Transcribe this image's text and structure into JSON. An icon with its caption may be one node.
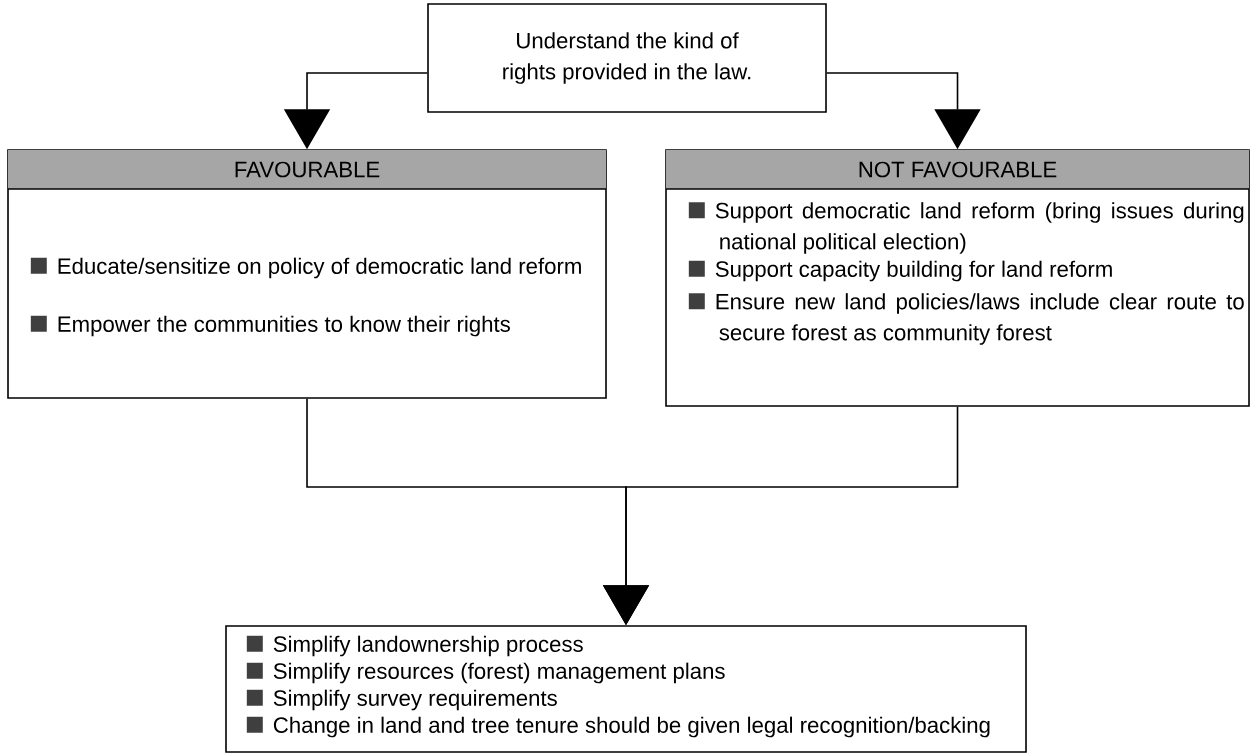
{
  "diagram": {
    "nodes": [
      {
        "text": [
          "Understand the kind of rights provided in the law."
        ]
      },
      {
        "text": [
          "FAVOURABLE",
          "Educate/sensitize on policy of democratic land reform",
          "Empower the communities to know their rights"
        ]
      },
      {
        "text": [
          "NOT FAVOURABLE",
          "Support democratic land reform (bring issues during national political election)",
          "Support capacity building for land reform",
          "Ensure new land policies/laws include clear route to secure forest as community forest"
        ]
      },
      {
        "text": [
          "Simplify landownership process",
          "Simplify resources (forest) management plans",
          "Simplify survey requirements",
          "Change in land and tree tenure should be given legal recognition/backing"
        ]
      }
    ],
    "edges": [
      {
        "from": 0,
        "to": 1,
        "arrow": "to"
      },
      {
        "from": 0,
        "to": 2,
        "arrow": "to"
      },
      {
        "from": 1,
        "to": 3,
        "arrow": "to"
      },
      {
        "from": 2,
        "to": 3,
        "arrow": "to"
      }
    ]
  }
}
